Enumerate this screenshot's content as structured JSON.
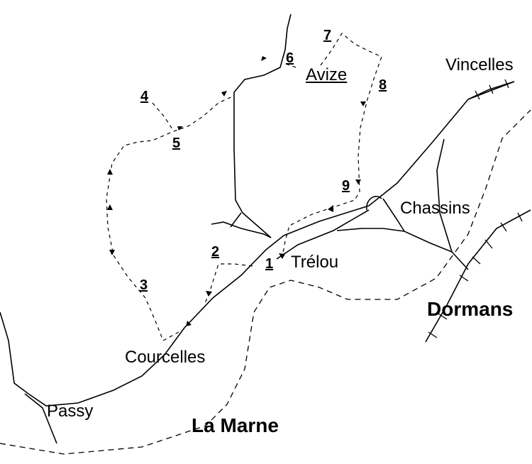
{
  "map": {
    "towns": {
      "avize": "Avize",
      "vincelles": "Vincelles",
      "chassins": "Chassins",
      "trelou": "Trélou",
      "dormans": "Dormans",
      "courcelles": "Courcelles",
      "passy": "Passy"
    },
    "river": "La Marne",
    "steps": [
      "1",
      "2",
      "3",
      "4",
      "5",
      "6",
      "7",
      "8",
      "9"
    ],
    "colors": {
      "ink": "#000000",
      "background": "#ffffff"
    }
  }
}
